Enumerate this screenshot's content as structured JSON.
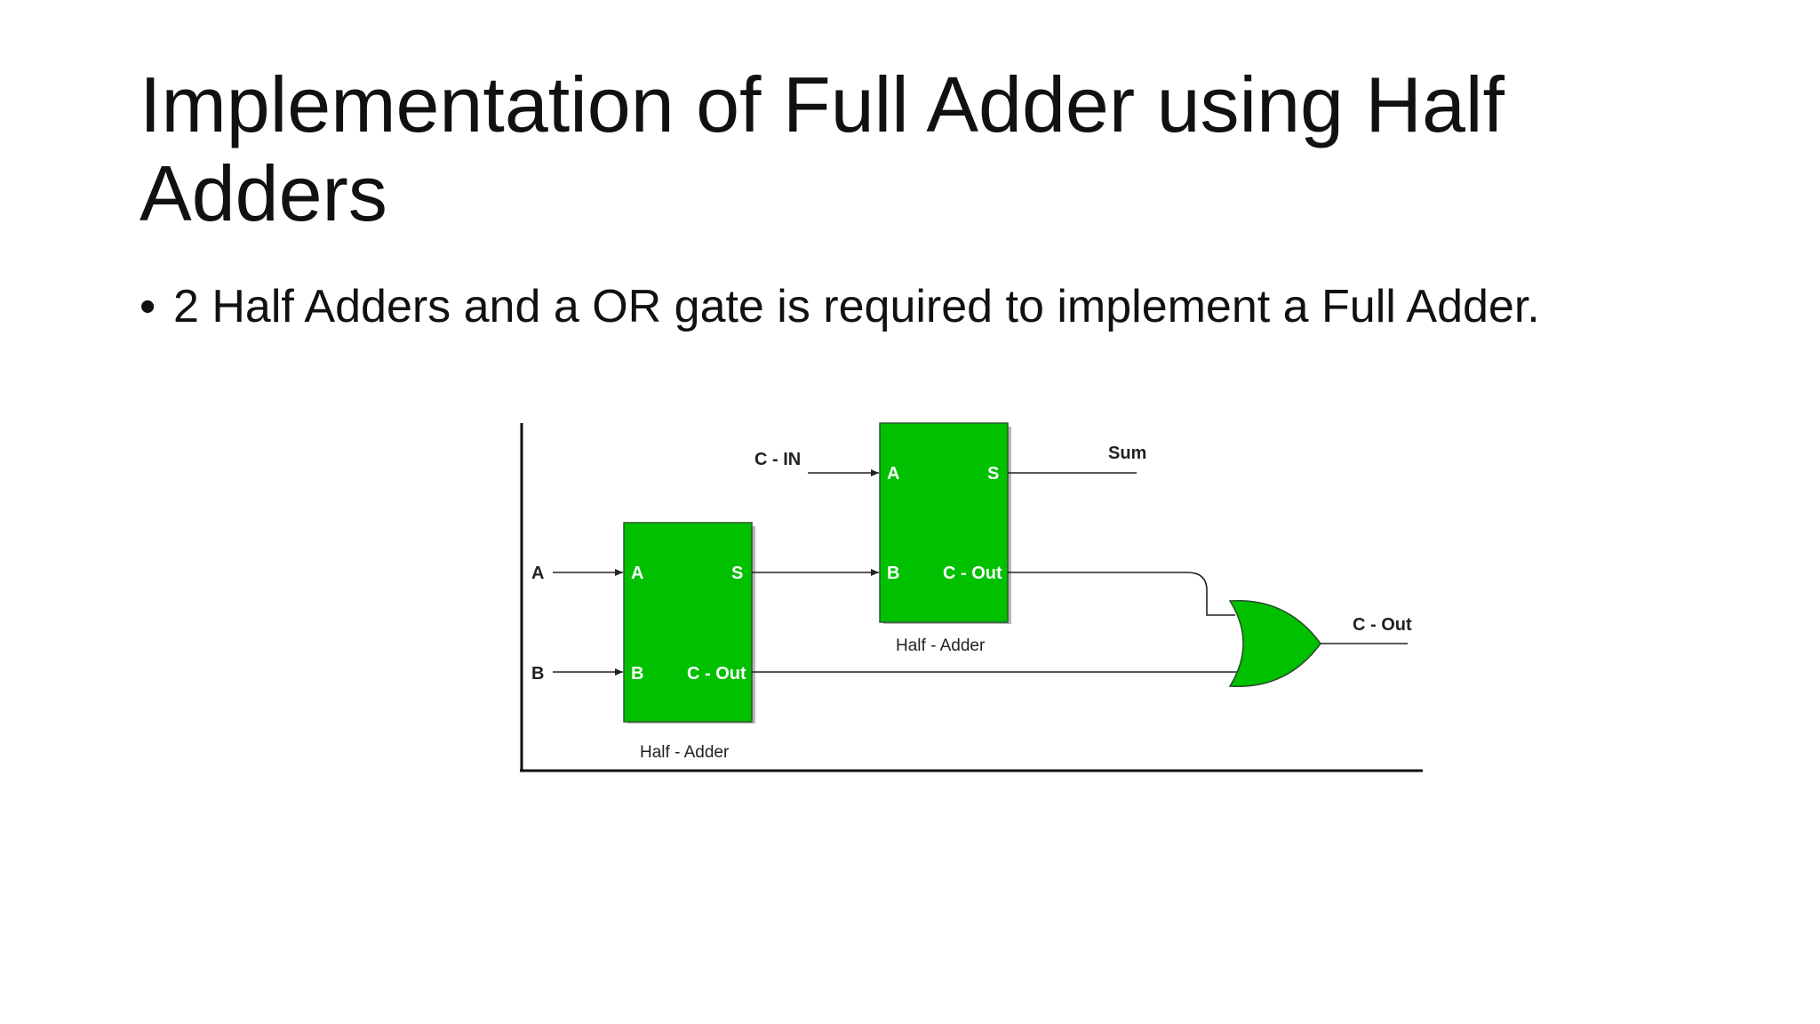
{
  "slide": {
    "title": "Implementation of Full Adder using Half Adders",
    "bullets": [
      {
        "marker": "•",
        "text": "2 Half Adders and a OR gate is required to implement a Full Adder."
      }
    ]
  },
  "diagram": {
    "inputs": {
      "a": "A",
      "b": "B",
      "c_in": "C - IN"
    },
    "half_adder_1": {
      "caption": "Half - Adder",
      "port_a": "A",
      "port_b": "B",
      "port_s": "S",
      "port_cout": "C - Out"
    },
    "half_adder_2": {
      "caption": "Half - Adder",
      "port_a": "A",
      "port_b": "B",
      "port_s": "S",
      "port_cout": "C - Out"
    },
    "outputs": {
      "sum": "Sum",
      "carry_out": "C - Out"
    },
    "colors": {
      "block_fill": "#00c000",
      "or_gate_fill": "#00c000",
      "wire": "#222222"
    }
  }
}
